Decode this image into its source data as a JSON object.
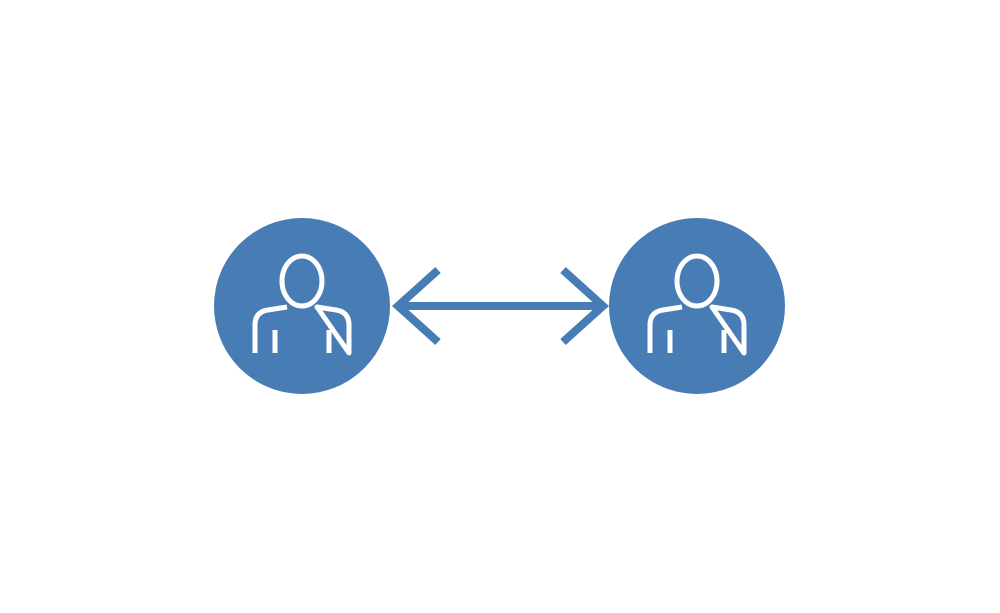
{
  "diagram": {
    "nodes": [
      {
        "id": "user-left",
        "icon": "user-icon"
      },
      {
        "id": "user-right",
        "icon": "user-icon"
      }
    ],
    "edges": [
      {
        "from": "user-left",
        "to": "user-right",
        "direction": "bidirectional",
        "icon": "double-arrow-icon"
      }
    ]
  },
  "colors": {
    "node_fill": "#477CB4",
    "arrow": "#477CB4",
    "icon_stroke": "#FFFFFF",
    "background": "#FFFFFF"
  }
}
